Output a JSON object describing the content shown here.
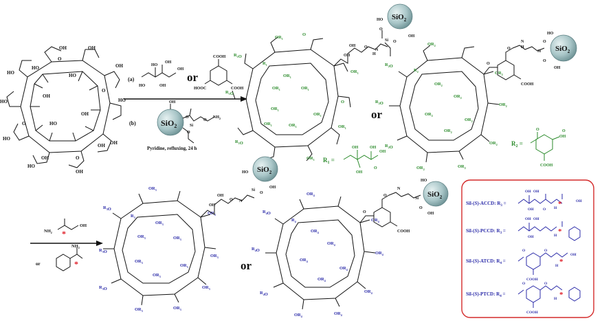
{
  "reagents": {
    "a_label": "(a)",
    "or_top": "or",
    "b_label": "(b)",
    "conditions": "Pyridine, refluxing, 24 h"
  },
  "silica": {
    "label": "SiO",
    "sub": "2",
    "si": "Si",
    "ho": "HO",
    "oh": "OH",
    "o": "O",
    "nh2": "NH",
    "nh2_sub": "2",
    "cooh": "COOH",
    "hooc": "HOOC"
  },
  "top_products": {
    "or_label": "or",
    "r1_label": "R",
    "r1_sub": "1",
    "r1_eq": "=",
    "r2_label": "R",
    "r2_sub": "2",
    "r2_eq": "=",
    "ring_r1": "OR",
    "ring_r1_sub": "1",
    "ring_r2": "OR",
    "ring_r2_sub": "2",
    "n_h": "N",
    "h": "H"
  },
  "bottom": {
    "amine_nh2": "NH",
    "amine_oh": "OH",
    "or_reagent": "or",
    "or_label": "or",
    "ring_r3": "OR",
    "ring_r3_sub": "3",
    "ring_r4": "OR",
    "ring_r4_sub": "4"
  },
  "legend": {
    "border_color": "#d42a2a",
    "entries": [
      {
        "prefix": "Sil-(",
        "s": "S",
        "suffix": ")-ACCD: R",
        "sub": "3",
        "eq": " ="
      },
      {
        "prefix": "Sil-(",
        "s": "S",
        "suffix": ")-PCCD: R",
        "sub": "3",
        "eq": " ="
      },
      {
        "prefix": "Sil-(",
        "s": "S",
        "suffix": ")-ATCD: R",
        "sub": "4",
        "eq": " ="
      },
      {
        "prefix": "Sil-(",
        "s": "S",
        "suffix": ")-PTCD: R",
        "sub": "4",
        "eq": " ="
      }
    ]
  },
  "colors": {
    "green": "#2a8a2a",
    "blue": "#2a2aa8",
    "red": "#e0202a",
    "sphere": "#a9c6c8"
  }
}
